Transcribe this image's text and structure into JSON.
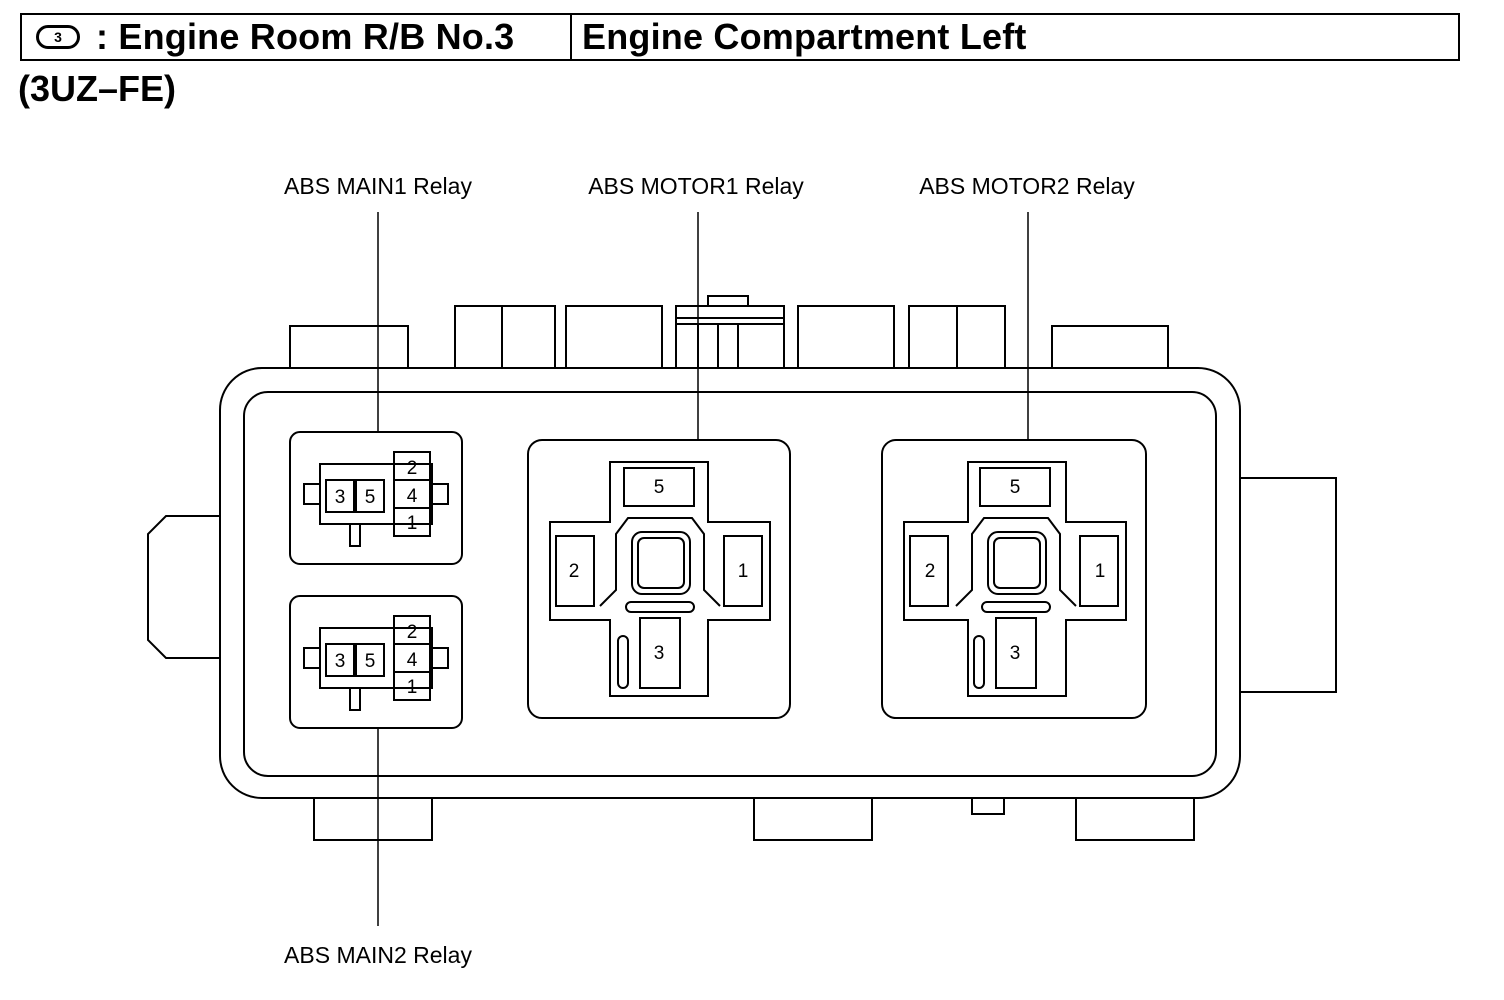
{
  "header": {
    "badge": "3",
    "title": ": Engine Room R/B No.3",
    "location": "Engine Compartment Left"
  },
  "engine_code": "(3UZ–FE)",
  "labels": {
    "abs_main1": "ABS MAIN1 Relay",
    "abs_motor1": "ABS MOTOR1 Relay",
    "abs_motor2": "ABS MOTOR2 Relay",
    "abs_main2": "ABS MAIN2 Relay"
  },
  "small_relay_pins": {
    "p3": "3",
    "p5": "5",
    "p2": "2",
    "p4": "4",
    "p1": "1"
  },
  "large_relay_pins": {
    "p5": "5",
    "p2": "2",
    "p1": "1",
    "p3": "3"
  }
}
